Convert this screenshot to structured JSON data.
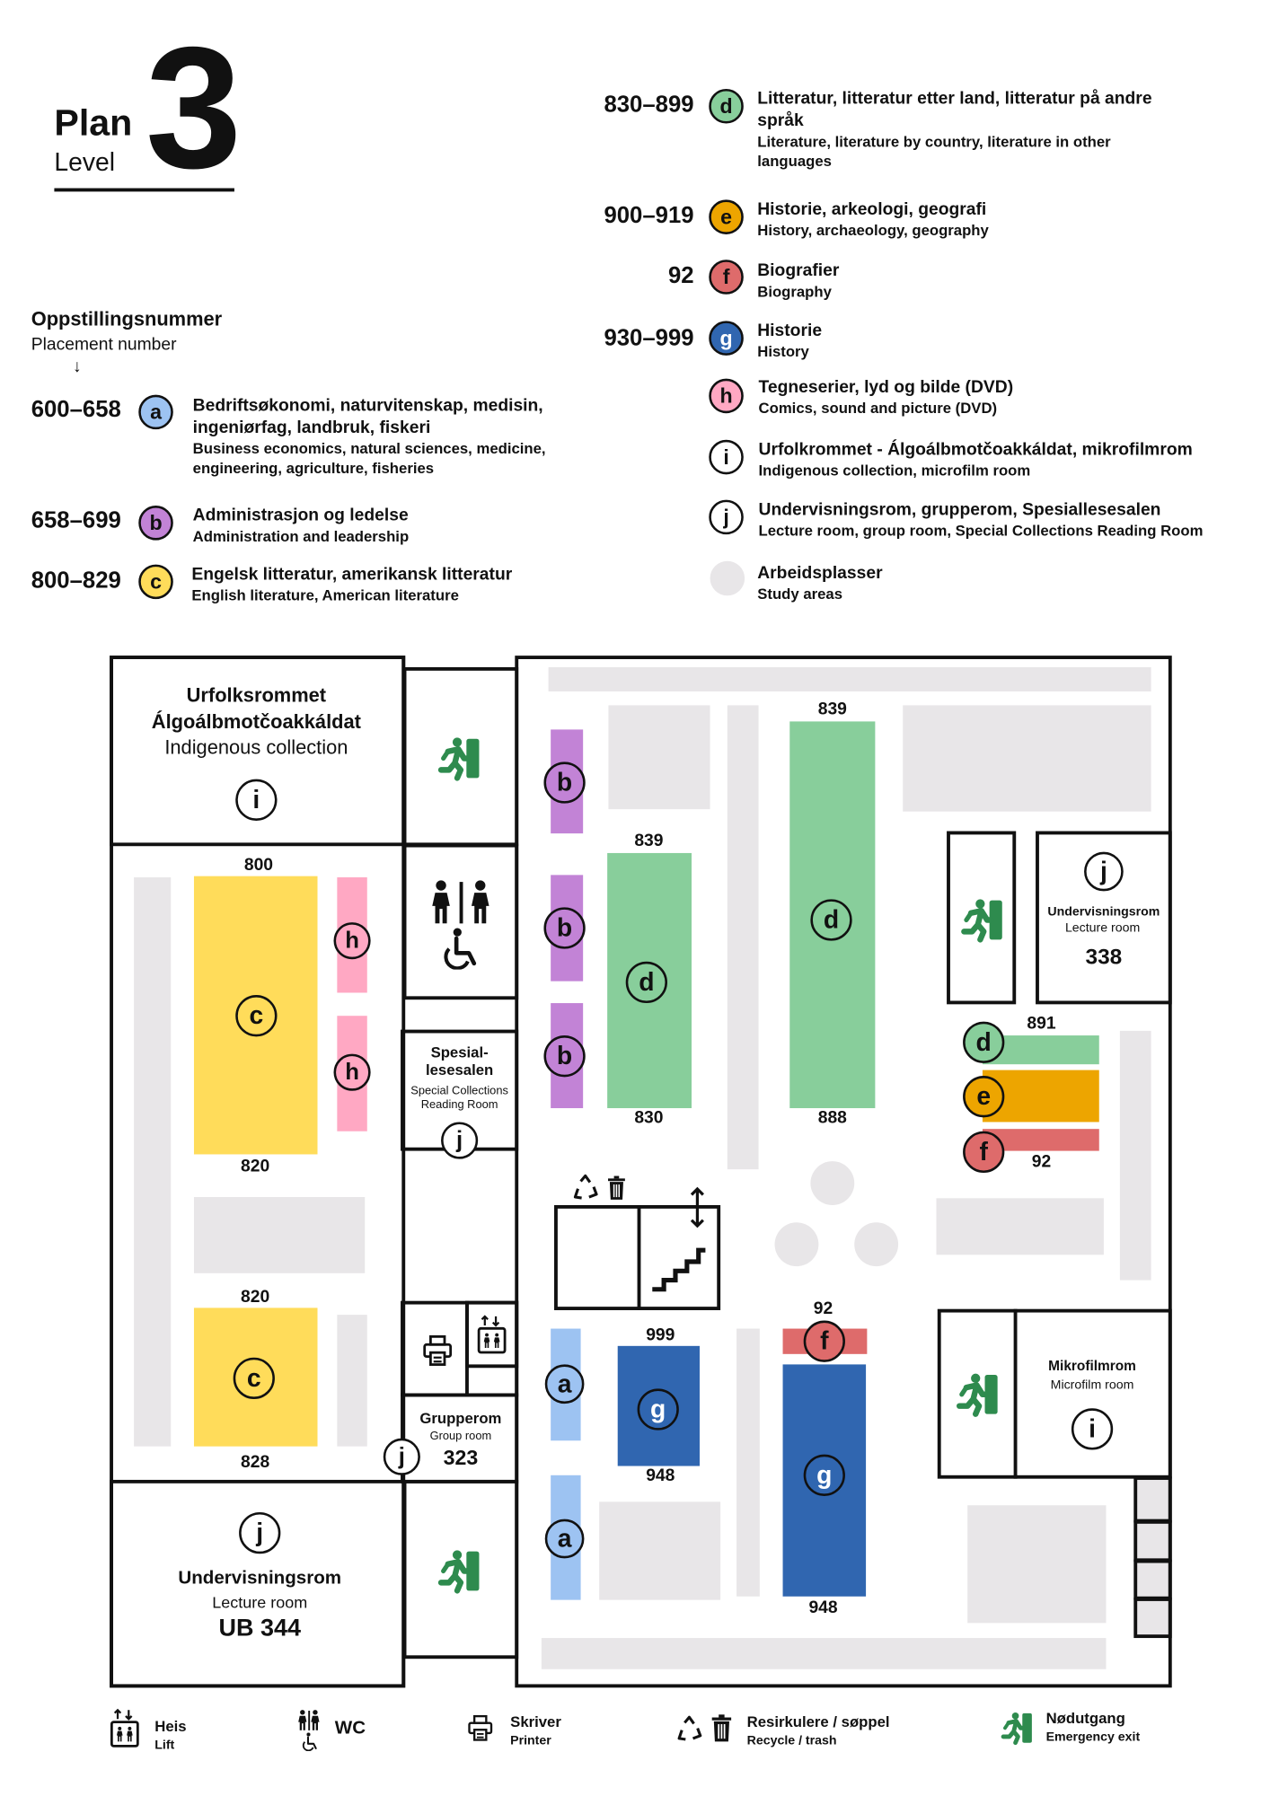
{
  "header": {
    "plan_label": "Plan",
    "level_label": "Level",
    "level_number": "3"
  },
  "placement": {
    "title": "Oppstillingsnummer",
    "subtitle": "Placement number",
    "arrow": "↓"
  },
  "legend": {
    "categories": [
      {
        "letter": "a",
        "range": "600–658",
        "title": "Bedriftsøkonomi, naturvitenskap, medisin, ingeniørfag, landbruk, fiskeri",
        "subtitle": "Business economics, natural sciences, medicine, engineering, agriculture, fisheries",
        "color": "#9DC3F2"
      },
      {
        "letter": "b",
        "range": "658–699",
        "title": "Administrasjon og ledelse",
        "subtitle": "Administration and leadership",
        "color": "#C283D6"
      },
      {
        "letter": "c",
        "range": "800–829",
        "title": "Engelsk litteratur, amerikansk litteratur",
        "subtitle": "English literature, American literature",
        "color": "#FFDC5A"
      },
      {
        "letter": "d",
        "range": "830–899",
        "title": "Litteratur, litteratur etter land, litteratur på andre språk",
        "subtitle": "Literature, literature by country, literature in other languages",
        "color": "#88CE9B"
      },
      {
        "letter": "e",
        "range": "900–919",
        "title": "Historie, arkeologi, geografi",
        "subtitle": "History, archaeology, geography",
        "color": "#EDA500"
      },
      {
        "letter": "f",
        "range": "92",
        "title": "Biografier",
        "subtitle": "Biography",
        "color": "#DE6B6B"
      },
      {
        "letter": "g",
        "range": "930–999",
        "title": "Historie",
        "subtitle": "History",
        "color": "#3066B0"
      },
      {
        "letter": "h",
        "title": "Tegneserier, lyd og bilde (DVD)",
        "subtitle": "Comics, sound and picture (DVD)",
        "color": "#FFA8C3"
      },
      {
        "letter": "i",
        "title": "Urfolkrommet - Álgoálbmotčoakkáldat, mikrofilmrom",
        "subtitle": "Indigenous collection, microfilm room",
        "color": "#FFFFFF"
      },
      {
        "letter": "j",
        "title": "Undervisningsrom, grupperom, Spesiallesesalen",
        "subtitle": "Lecture room, group room, Special Collections Reading Room",
        "color": "#FFFFFF"
      },
      {
        "title": "Arbeidsplasser",
        "subtitle": "Study areas",
        "color": "#E8E6E8"
      }
    ]
  },
  "map": {
    "rooms": {
      "indigenous": {
        "l1": "Urfolksrommet",
        "l2": "Álgoálbmotčoakkáldat",
        "l3": "Indigenous collection"
      },
      "lecture_ub344": {
        "l1": "Undervisningsrom",
        "l2": "Lecture room",
        "num": "UB 344"
      },
      "lecture_338": {
        "l1": "Undervisningsrom",
        "l2": "Lecture room",
        "num": "338"
      },
      "special": {
        "l1": "Spesial-",
        "l2": "lesesalen",
        "l3": "Special Collections",
        "l4": "Reading Room"
      },
      "group": {
        "l1": "Grupperom",
        "l2": "Group room",
        "num": "323"
      },
      "microfilm": {
        "l1": "Mikrofilmrom",
        "l2": "Microfilm room"
      }
    },
    "shelf_labels": [
      "800",
      "820",
      "820",
      "828",
      "839",
      "830",
      "839",
      "888",
      "891",
      "92",
      "999",
      "948",
      "92",
      "948"
    ]
  },
  "footer": [
    {
      "title": "Heis",
      "subtitle": "Lift",
      "icon": "lift-icon"
    },
    {
      "title": "WC",
      "icon": "wc-icon"
    },
    {
      "title": "Skriver",
      "subtitle": "Printer",
      "icon": "printer-icon"
    },
    {
      "title": "Resirkulere / søppel",
      "subtitle": "Recycle / trash",
      "icon": "recycle-trash-icon"
    },
    {
      "title": "Nødutgang",
      "subtitle": "Emergency exit",
      "icon": "emergency-exit-icon"
    }
  ],
  "colors": {
    "wall": "#111111",
    "study": "#E8E6E8",
    "exit": "#2E8B4E"
  }
}
